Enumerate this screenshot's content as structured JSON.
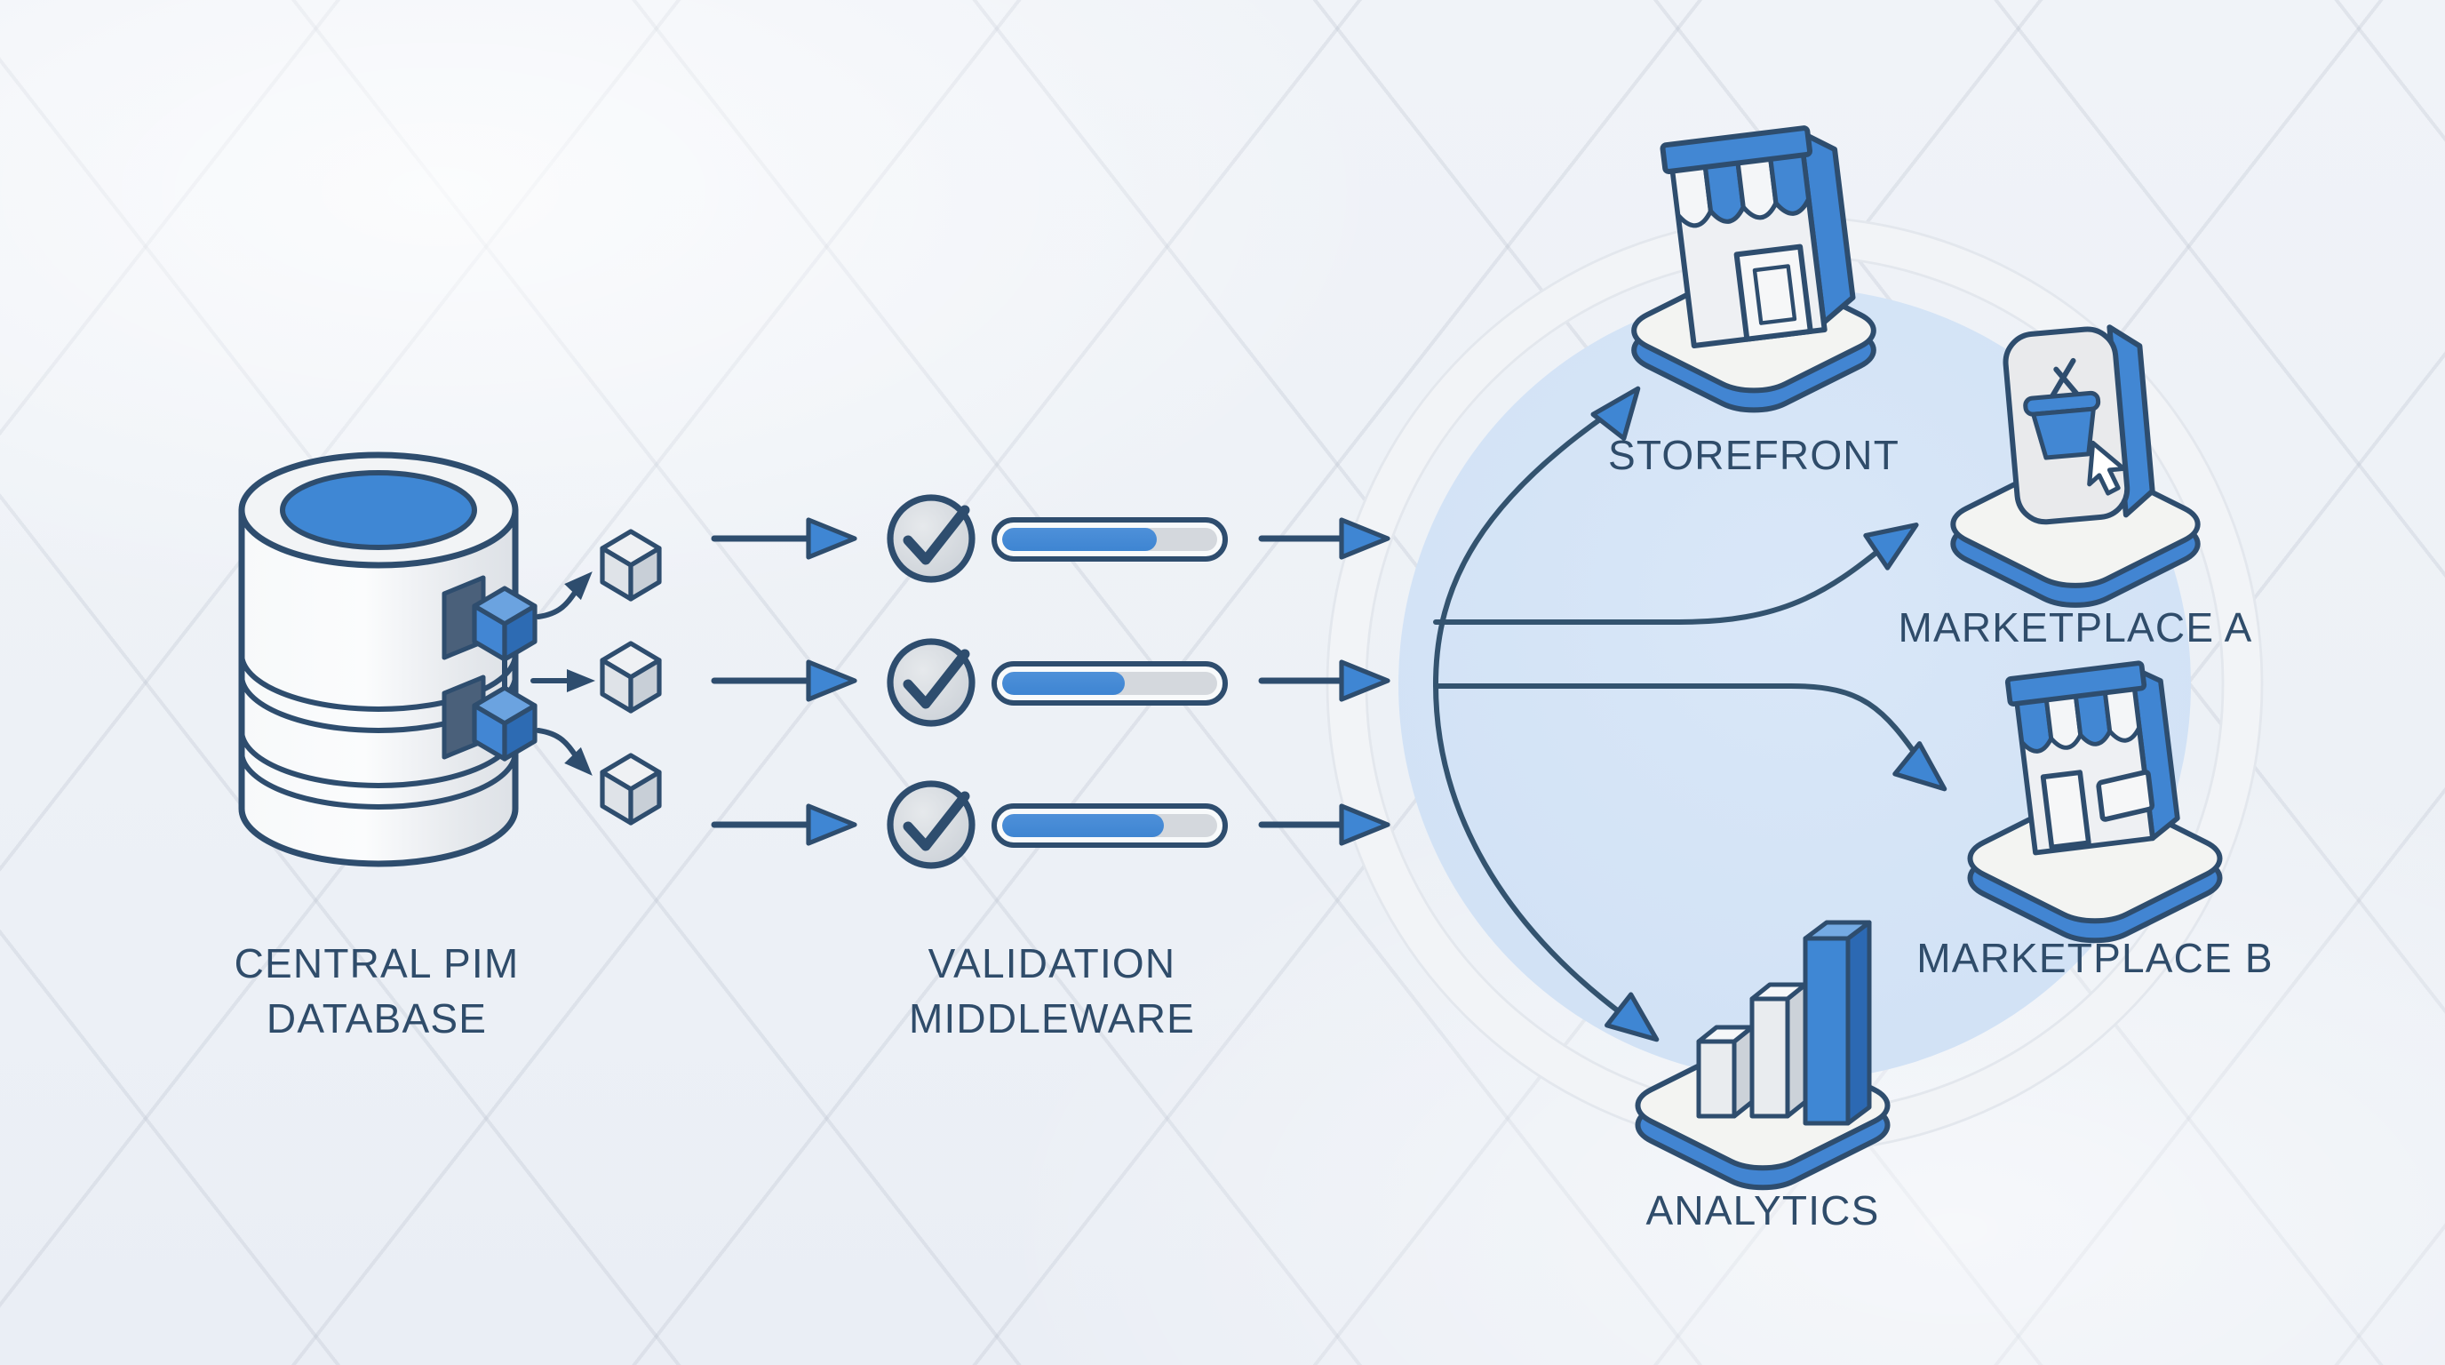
{
  "colors": {
    "outline_navy": "#2e4d6e",
    "accent_blue": "#3f87d4",
    "accent_blue_dark": "#2d6bb3",
    "accent_blue_light": "#72a9e2",
    "hub_circle_fill": "#d3e3f6",
    "platform_top": "#f3f4f2",
    "background": "#edf1f6",
    "label_text": "#2f4c6a",
    "progress_track": "#d4d8dd"
  },
  "source": {
    "label": "CENTRAL PIM\nDATABASE",
    "icon": "database-cylinder",
    "outputs": "product-data-cubes"
  },
  "middleware": {
    "label": "VALIDATION\nMIDDLEWARE",
    "rows": [
      {
        "check": "passed",
        "progress_pct": 72
      },
      {
        "check": "passed",
        "progress_pct": 57
      },
      {
        "check": "passed",
        "progress_pct": 75
      }
    ]
  },
  "destinations": [
    {
      "id": "storefront",
      "label": "STOREFRONT",
      "icon": "store-awning"
    },
    {
      "id": "marketplace-a",
      "label": "MARKETPLACE A",
      "icon": "basket-tile"
    },
    {
      "id": "marketplace-b",
      "label": "MARKETPLACE B",
      "icon": "store-awning"
    },
    {
      "id": "analytics",
      "label": "ANALYTICS",
      "icon": "bar-chart-3d"
    }
  ],
  "flows": [
    {
      "from": "central-pim-database",
      "to": "validation-middleware",
      "lanes": 3
    },
    {
      "from": "validation-middleware",
      "to": "storefront"
    },
    {
      "from": "validation-middleware",
      "to": "marketplace-a"
    },
    {
      "from": "validation-middleware",
      "to": "marketplace-b"
    },
    {
      "from": "validation-middleware",
      "to": "analytics"
    }
  ]
}
